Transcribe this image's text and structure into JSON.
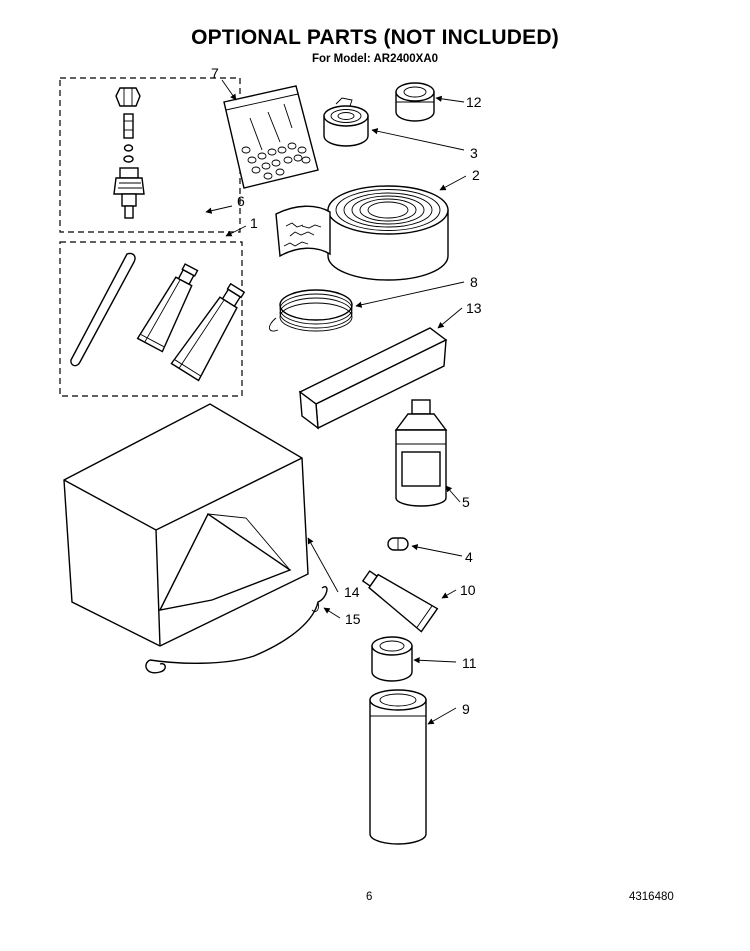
{
  "header": {
    "title": "OPTIONAL PARTS (NOT INCLUDED)",
    "subtitle": "For Model: AR2400XA0"
  },
  "callouts": {
    "c1": "1",
    "c2": "2",
    "c3": "3",
    "c4": "4",
    "c5": "5",
    "c6": "6",
    "c7": "7",
    "c8": "8",
    "c9": "9",
    "c10": "10",
    "c11": "11",
    "c12": "12",
    "c13": "13",
    "c14": "14",
    "c15": "15"
  },
  "footer": {
    "page_number": "6",
    "document_number": "4316480"
  }
}
